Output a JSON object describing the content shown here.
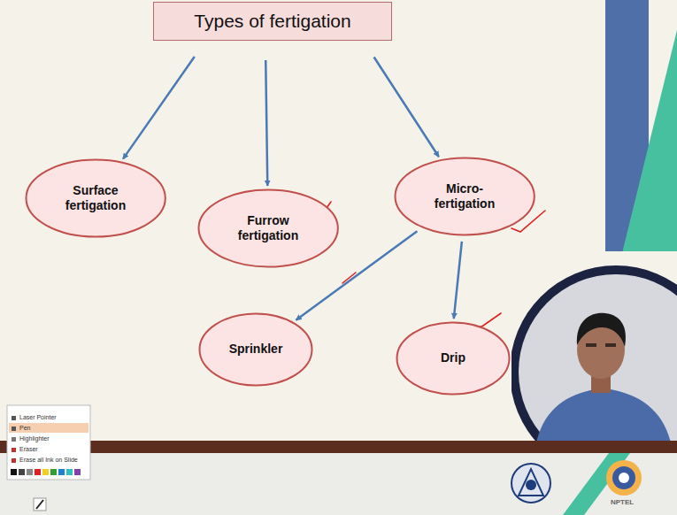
{
  "diagram": {
    "nodes": [
      {
        "text": [
          "Types of fertigation"
        ]
      },
      {
        "text": [
          "Surface fertigation"
        ]
      },
      {
        "text": [
          "Furrow fertigation"
        ]
      },
      {
        "text": [
          "Micro-fertigation"
        ]
      },
      {
        "text": [
          "Sprinkler"
        ]
      },
      {
        "text": [
          "Drip"
        ]
      }
    ],
    "edges": [
      {
        "from": 0,
        "to": 1,
        "arrow": "to"
      },
      {
        "from": 0,
        "to": 2,
        "arrow": "to"
      },
      {
        "from": 0,
        "to": 3,
        "arrow": "to"
      },
      {
        "from": 3,
        "to": 4,
        "arrow": "to"
      },
      {
        "from": 3,
        "to": 5,
        "arrow": "to"
      }
    ],
    "labels": [
      "Laser Pointer",
      "Pen",
      "Highlighter",
      "Eraser",
      "Erase all Ink on Slide",
      "NPTEL"
    ]
  }
}
